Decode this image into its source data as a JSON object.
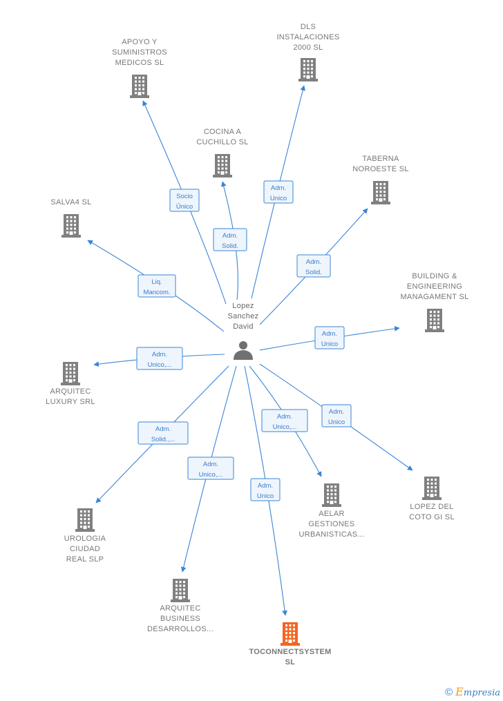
{
  "diagram": {
    "person": {
      "id": "person",
      "lines": [
        "Lopez",
        "Sanchez",
        "David"
      ],
      "icon": "person-icon"
    },
    "companies": [
      {
        "id": "apoyo",
        "lines": [
          "APOYO Y",
          "SUMINISTROS",
          "MEDICOS SL"
        ],
        "role": [
          "Socio",
          "Único"
        ],
        "highlight": false
      },
      {
        "id": "dls",
        "lines": [
          "DLS",
          "INSTALACIONES",
          "2000  SL"
        ],
        "role": [
          "Adm.",
          "Unico"
        ],
        "highlight": false
      },
      {
        "id": "cocina",
        "lines": [
          "COCINA A",
          "CUCHILLO  SL"
        ],
        "role": [
          "Adm.",
          "Solid."
        ],
        "highlight": false
      },
      {
        "id": "taberna",
        "lines": [
          "TABERNA",
          "NOROESTE  SL"
        ],
        "role": [
          "Adm.",
          "Solid."
        ],
        "highlight": false
      },
      {
        "id": "salva4",
        "lines": [
          "SALVA4 SL"
        ],
        "role": [
          "Liq.",
          "Mancom."
        ],
        "highlight": false
      },
      {
        "id": "building",
        "lines": [
          "BUILDING &",
          "ENGINEERING",
          "MANAGAMENT SL"
        ],
        "role": [
          "Adm.",
          "Unico"
        ],
        "highlight": false
      },
      {
        "id": "arquitec-luxury",
        "lines": [
          "ARQUITEC",
          "LUXURY SRL"
        ],
        "role": [
          "Adm.",
          "Unico,..."
        ],
        "highlight": false
      },
      {
        "id": "lopez-del-coto",
        "lines": [
          "LOPEZ DEL",
          "COTO GI  SL"
        ],
        "role": [
          "Adm.",
          "Unico"
        ],
        "highlight": false
      },
      {
        "id": "aelar",
        "lines": [
          "AELAR",
          "GESTIONES",
          "URBANISTICAS..."
        ],
        "role": [
          "Adm.",
          "Unico,..."
        ],
        "highlight": false
      },
      {
        "id": "urologia",
        "lines": [
          "UROLOGIA",
          "CIUDAD",
          "REAL  SLP"
        ],
        "role": [
          "Adm.",
          "Solid.,..."
        ],
        "highlight": false
      },
      {
        "id": "arquitec-business",
        "lines": [
          "ARQUITEC",
          "BUSINESS",
          "DESARROLLOS..."
        ],
        "role": [
          "Adm.",
          "Unico,..."
        ],
        "highlight": false
      },
      {
        "id": "toconnect",
        "lines": [
          "TOCONNECTSYSTEM",
          "SL"
        ],
        "role": [
          "Adm.",
          "Unico"
        ],
        "highlight": true
      }
    ]
  },
  "colors": {
    "building": "#808080",
    "building_highlight": "#f26522",
    "person": "#707070",
    "edge": "#3a84d6",
    "role_fill": "#eef5fd"
  },
  "footer": {
    "copyright": "©",
    "brand_initial": "E",
    "brand_rest": "mpresia"
  }
}
